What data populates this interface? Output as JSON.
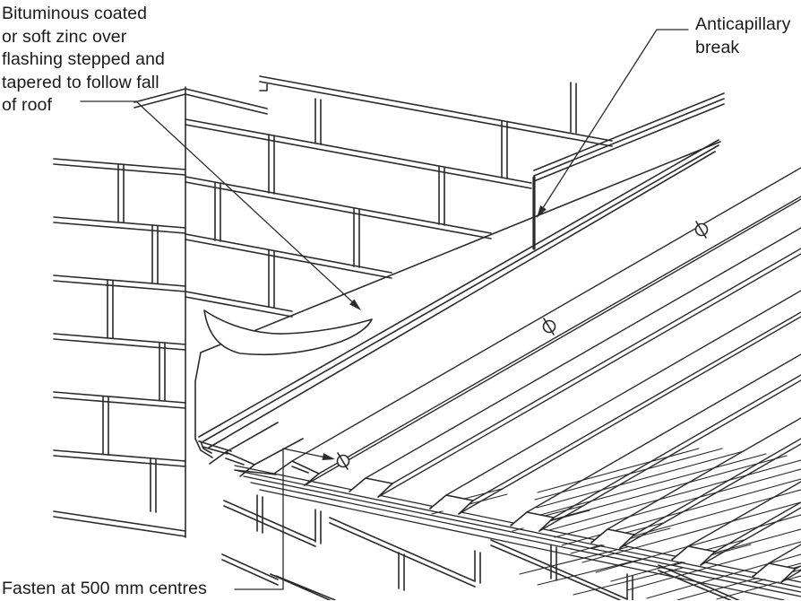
{
  "figure": {
    "background": "#ffffff",
    "line_color": "#2b2b2b",
    "labels": {
      "flashing_note": {
        "lines": [
          "Bituminous coated",
          "or soft zinc over",
          "flashing stepped and",
          "tapered to follow fall",
          "of roof"
        ]
      },
      "anticapillary_note": {
        "lines": [
          "Anticapillary",
          "break"
        ]
      },
      "fasten_note": {
        "lines": [
          "Fasten at 500 mm centres"
        ]
      }
    },
    "fasteners": {
      "count": 3,
      "symbol": "slotted-screw-head"
    }
  }
}
